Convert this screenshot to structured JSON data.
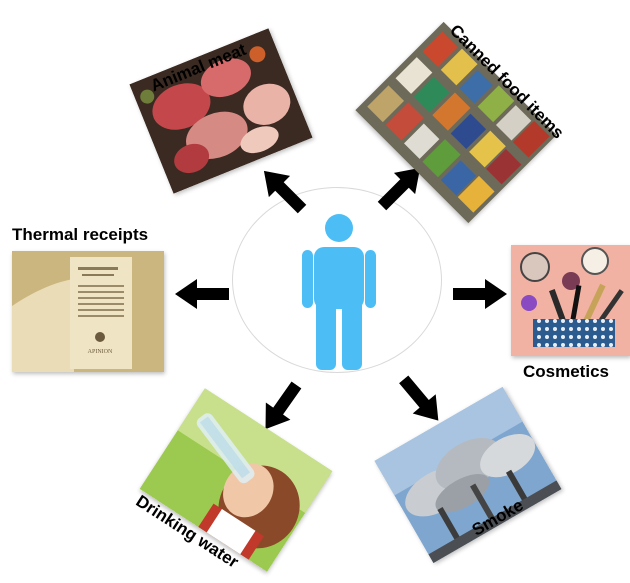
{
  "center": {
    "figure": "person-icon",
    "figure_color": "#4dbdf5"
  },
  "sources": [
    {
      "id": "animal-meat",
      "label": "Animal meat"
    },
    {
      "id": "canned-food",
      "label": "Canned food items"
    },
    {
      "id": "thermal-receipts",
      "label": "Thermal receipts"
    },
    {
      "id": "cosmetics",
      "label": "Cosmetics"
    },
    {
      "id": "drinking-water",
      "label": "Drinking water"
    },
    {
      "id": "smoke",
      "label": "Smoke"
    }
  ],
  "receipt": {
    "brand": "APINION"
  }
}
